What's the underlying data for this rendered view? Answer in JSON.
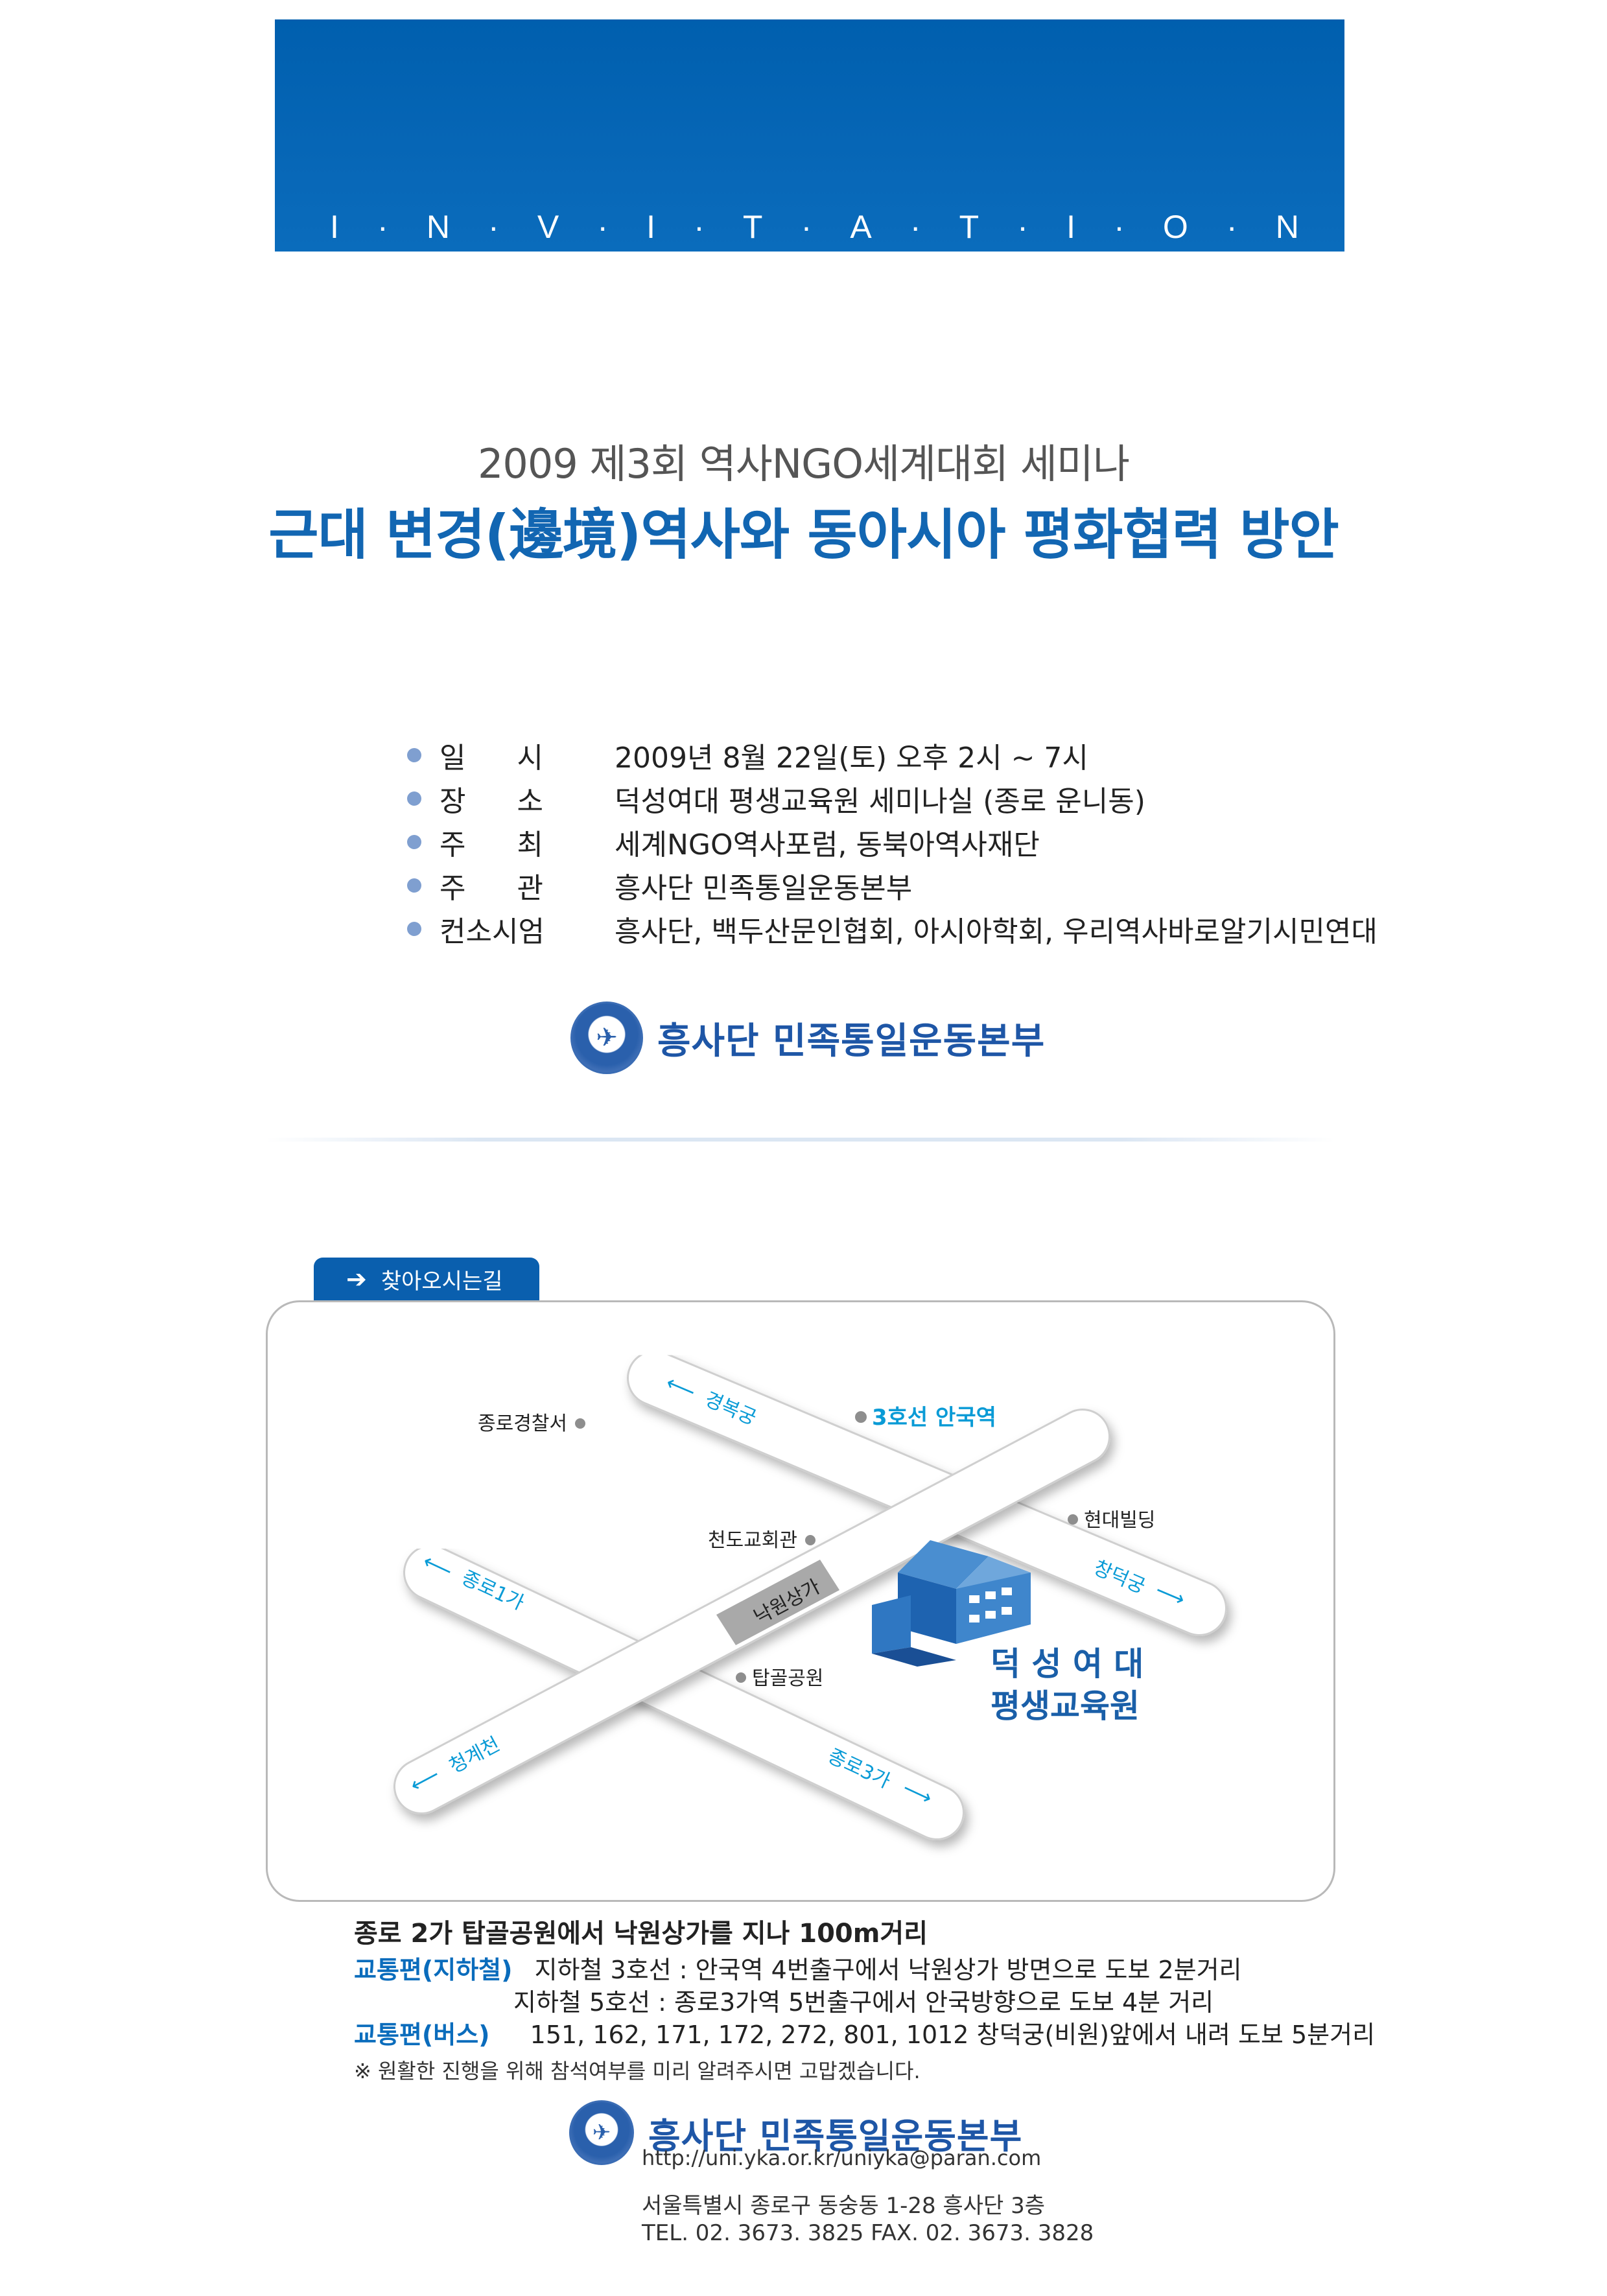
{
  "header": {
    "invitation_letters": [
      "I",
      "·",
      "N",
      "·",
      "V",
      "·",
      "I",
      "·",
      "T",
      "·",
      "A",
      "·",
      "T",
      "·",
      "I",
      "·",
      "O",
      "·",
      "N"
    ],
    "color": "#0a64b2"
  },
  "titles": {
    "subtitle": "2009 제3회 역사NGO세계대회 세미나",
    "main": "근대 변경(邊境)역사와 동아시아 평화협력 방안"
  },
  "info": [
    {
      "label_a": "일",
      "label_b": "시",
      "value": "2009년 8월 22일(토) 오후 2시 ~ 7시"
    },
    {
      "label_a": "장",
      "label_b": "소",
      "value": "덕성여대 평생교육원 세미나실 (종로 운니동)"
    },
    {
      "label_a": "주",
      "label_b": "최",
      "value": "세계NGO역사포럼, 동북아역사재단"
    },
    {
      "label_a": "주",
      "label_b": "관",
      "value": "흥사단 민족통일운동본부"
    },
    {
      "label_full": "컨소시엄",
      "value": "흥사단, 백두산문인협회, 아시아학회, 우리역사바로알기시민연대"
    }
  ],
  "org": {
    "name": "흥사단 민족통일운동본부",
    "contact": "http://uni.yka.or.kr/uniyka@paran.com",
    "address": "서울특별시 종로구 동숭동 1-28 흥사단 3층",
    "tel": "TEL. 02. 3673. 3825 FAX. 02. 3673. 3828"
  },
  "directions": {
    "tab_label": "찾아오시는길",
    "headline": "종로 2가 탑골공원에서 낙원상가를 지나 100m거리",
    "subway_key": "교통편(지하철)",
    "subway_line1": "지하철 3호선 : 안국역 4번출구에서 낙원상가 방면으로 도보 2분거리",
    "subway_line2": "지하철 5호선 : 종로3가역 5번출구에서 안국방향으로 도보 4분 거리",
    "bus_key": "교통편(버스)",
    "bus_line": "151, 162, 171, 172, 272, 801, 1012 창덕궁(비원)앞에서 내려 도보 5분거리",
    "notice": "※ 원활한 진행을 위해 참석여부를 미리 알려주시면  고맙겠습니다."
  },
  "map": {
    "labels": {
      "gyeongbokgung": "경복궁",
      "jongno_police": "종로경찰서",
      "anguk": "3호선 안국역",
      "hyundai": "현대빌딩",
      "cheondo": "천도교회관",
      "changdeokgung": "창덕궁",
      "jongno1ga": "종로1가",
      "nakwon": "낙원상가",
      "tapgol": "탑골공원",
      "cheonggyecheon": "청계천",
      "jongno3ga": "종로3가",
      "target_line1": "덕 성 여 대",
      "target_line2": "평생교육원"
    },
    "colors": {
      "road": "#ffffff",
      "road_edge": "#c8c8c8",
      "accent": "#0a9bd6",
      "target": "#1a5fa8"
    }
  }
}
